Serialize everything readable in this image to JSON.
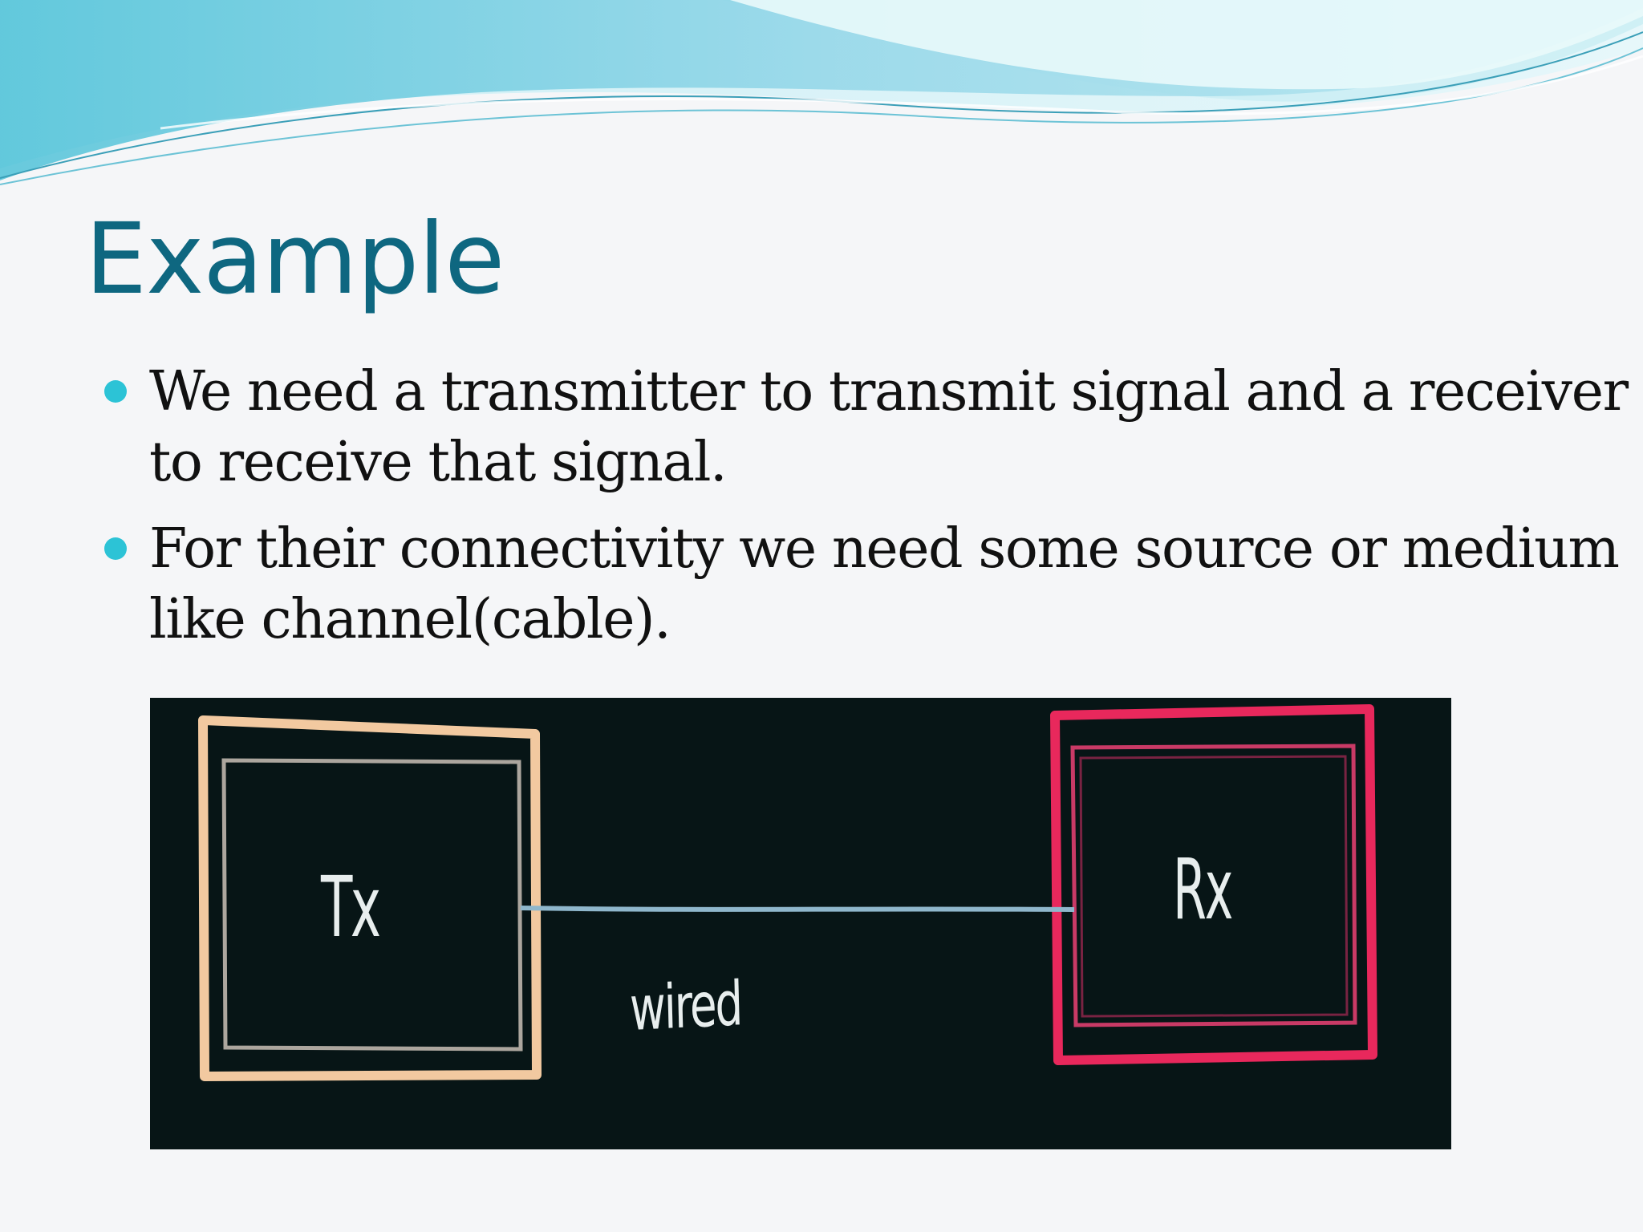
{
  "slide": {
    "title": "Example",
    "bullets": [
      {
        "lines": [
          "We need a transmitter to transmit signal and a receiver",
          "to  receive that signal."
        ]
      },
      {
        "lines": [
          "For their connectivity we need some source or medium",
          "like channel(cable)."
        ]
      }
    ],
    "colors": {
      "title": "#0e6780",
      "bullet": "#2cc3d6",
      "wave_light": "#bfeaf0",
      "wave_dark": "#5fc7dc",
      "diagram_background": "#071516",
      "transmitter_box": "#f2c9a0",
      "receiver_box": "#e8285c",
      "wire": "#8fb7cc"
    }
  },
  "diagram": {
    "transmitter_label": "Tx",
    "receiver_label": "Rx",
    "link_label": "wired"
  }
}
